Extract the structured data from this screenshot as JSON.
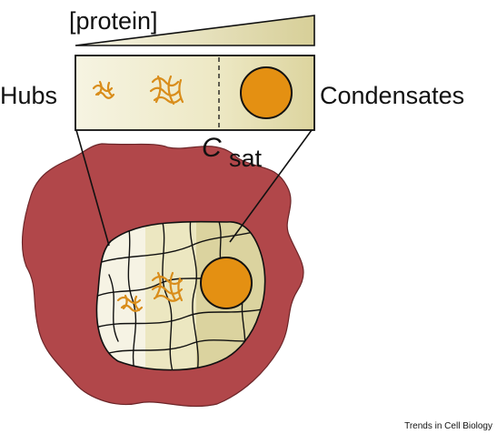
{
  "labels": {
    "protein": "[protein]",
    "hubs": "Hubs",
    "condensates": "Condensates",
    "csat_symbol": "C",
    "csat_subscript": "sat"
  },
  "footer": {
    "credit": "Trends in Cell Biology"
  },
  "colors": {
    "cell_body": "#b1474a",
    "nucleus_fill": "#f6f3e4",
    "gradient_band_light": "#f4f1d8",
    "gradient_band_mid": "#ece7bf",
    "gradient_band_dark": "#dad29b",
    "protein_strands": "#d98d1b",
    "condensate_droplet": "#e49012",
    "outline": "#111111"
  },
  "icons": {
    "wedge": "concentration-gradient-wedge-icon",
    "hub": "protein-hub-icon",
    "droplet": "condensate-droplet-icon",
    "chromatin": "chromatin-network-icon"
  }
}
